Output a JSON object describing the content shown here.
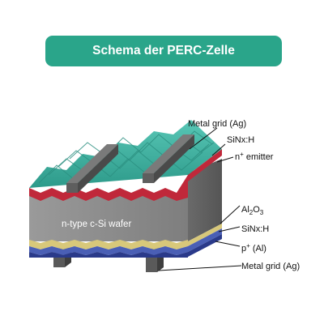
{
  "title": "Schema der PERC-Zelle",
  "labels": {
    "metal_grid_top": "Metal grid (Ag)",
    "sinx_top": "SiNx:H",
    "emitter_prefix": "n",
    "emitter_sup": "+",
    "emitter_suffix": " emitter",
    "al2o3_main": "Al",
    "al2o3_sub1": "2",
    "al2o3_mid": "O",
    "al2o3_sub2": "3",
    "sinx_bottom": "SiNx:H",
    "p_prefix": "p",
    "p_sup": "+",
    "p_suffix": " (Al)",
    "metal_grid_bottom": "Metal grid (Ag)",
    "wafer": "n-type c-Si wafer"
  },
  "colors": {
    "title_bg": "#2aa58a",
    "textured_sinx": "#3fb0a0",
    "emitter": "#c0283a",
    "wafer": "#8a8a8a",
    "al2o3": "#d8c87a",
    "sinx_rear": "#4a5fb5",
    "p_al": "#2a3a8a",
    "metal": "#6b6b6b"
  }
}
